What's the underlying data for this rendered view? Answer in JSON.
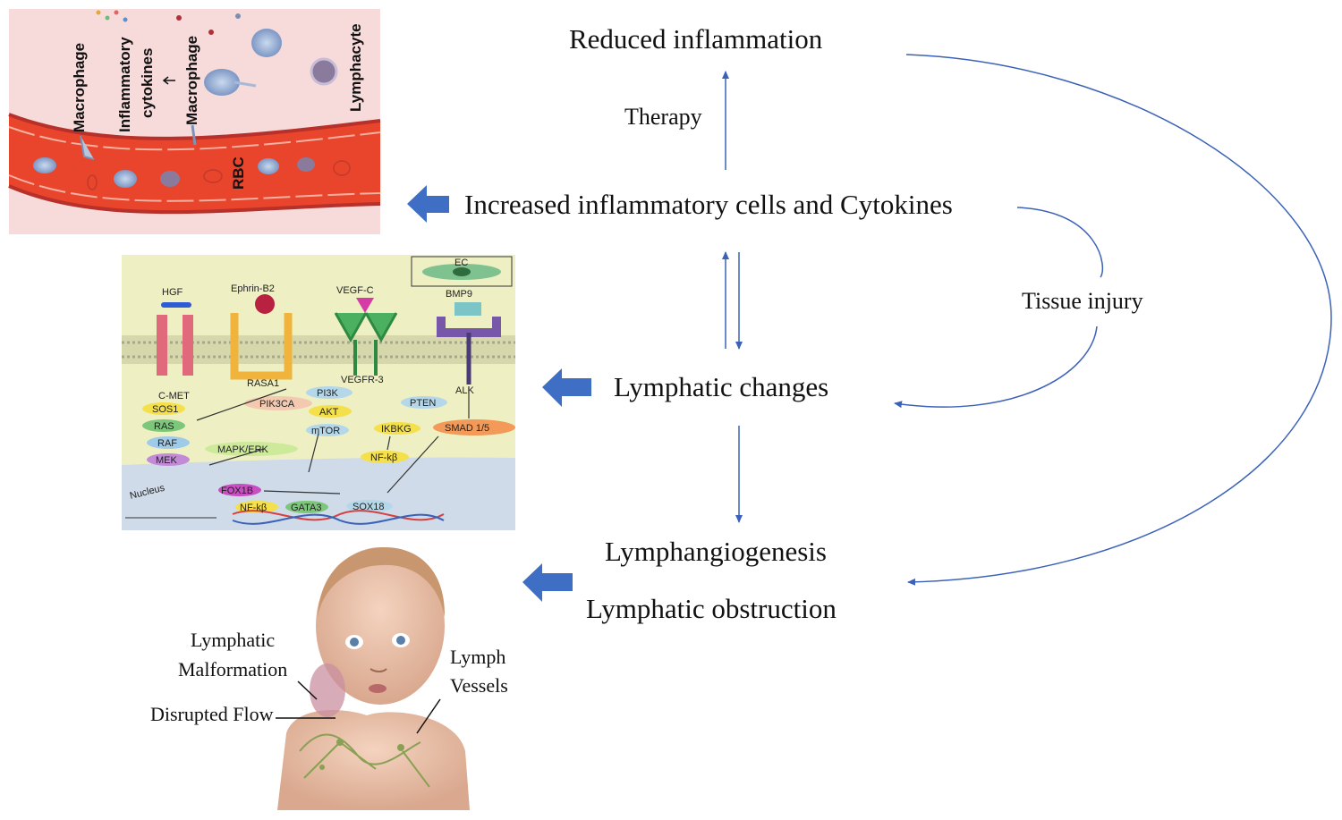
{
  "flow": {
    "reduced": "Reduced inflammation",
    "therapy": "Therapy",
    "increased": "Increased inflammatory  cells and Cytokines",
    "tissue_injury": "Tissue injury",
    "lymphatic_changes": "Lymphatic changes",
    "lymphangiogenesis": "Lymphangiogenesis",
    "obstruction": "Lymphatic obstruction"
  },
  "vessel_panel": {
    "labels": [
      "Macrophage",
      "Inflammatory",
      "cytokines",
      "Macrophage",
      "Lymphacyte",
      "RBC"
    ]
  },
  "pathway_panel": {
    "labels": [
      "EC",
      "HGF",
      "Ephrin-B2",
      "VEGF-C",
      "BMP9",
      "C-MET",
      "RASA1",
      "VEGFR-3",
      "ALK",
      "SOS1",
      "RAS",
      "RAF",
      "MEK",
      "PIK3CA",
      "PI3K",
      "AKT",
      "mTOR",
      "PTEN",
      "IKBKG",
      "NF-kβ",
      "SMAD 1/5",
      "MAPK/ERK",
      "Nucleus",
      "FOX1B",
      "NF-kβ",
      "GATA3",
      "SOX18"
    ]
  },
  "baby_panel": {
    "labels": [
      "Lymphatic",
      "Malformation",
      "Disrupted Flow",
      "Lymph",
      "Vessels"
    ]
  },
  "colors": {
    "arrow_blue": "#3f6fc4",
    "line_blue": "#3b62b8",
    "vessel_red": "#e8452c",
    "vessel_bg": "#f7dada",
    "pathway_bg": "#eef0c4"
  }
}
